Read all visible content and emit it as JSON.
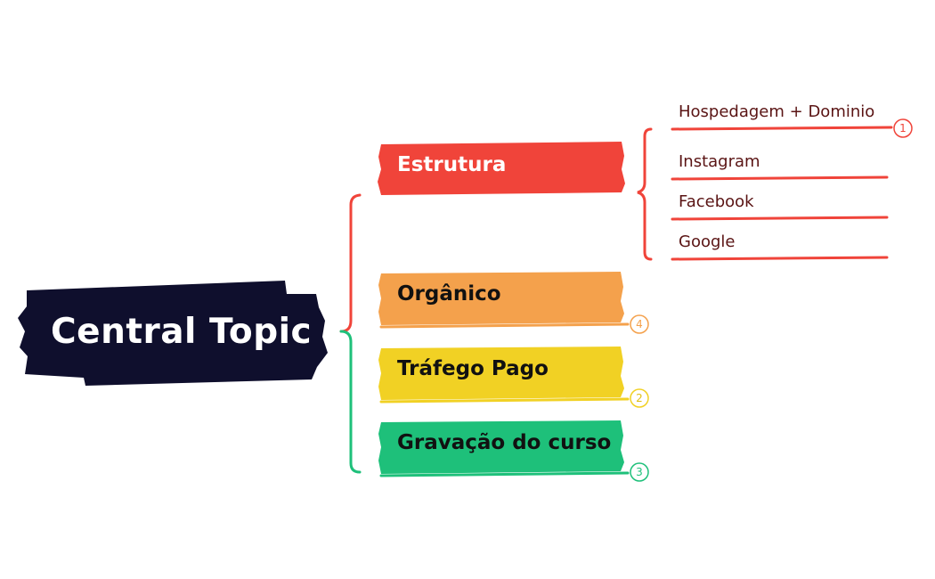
{
  "central_topic": {
    "label": "Central Topic",
    "color": "#0f0f2d"
  },
  "main_topics": [
    {
      "label": "Estrutura",
      "color": "#f0443a",
      "text_color": "#ffffff",
      "marker": ""
    },
    {
      "label": "Orgânico",
      "color": "#f4a14c",
      "text_color": "#111111",
      "marker": "4"
    },
    {
      "label": "Tráfego Pago",
      "color": "#f1d124",
      "text_color": "#111111",
      "marker": "2"
    },
    {
      "label": "Gravação do curso",
      "color": "#1ec07a",
      "text_color": "#111111",
      "marker": "3"
    }
  ],
  "subtopics": [
    {
      "label": "Hospedagem + Dominio",
      "marker": "1"
    },
    {
      "label": "Instagram",
      "marker": ""
    },
    {
      "label": "Facebook",
      "marker": ""
    },
    {
      "label": "Google",
      "marker": ""
    }
  ],
  "colors": {
    "red_branch": "#f0443a",
    "green_branch": "#1ec07a",
    "sub_text": "#5a1414"
  }
}
